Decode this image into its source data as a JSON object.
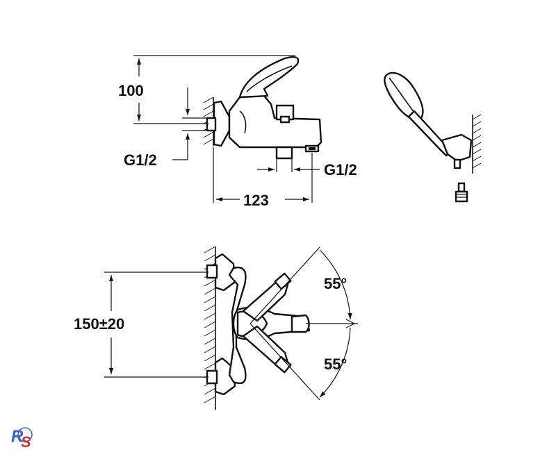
{
  "dimensions": {
    "height_lever": "100",
    "inlet_thread_left": "G1/2",
    "outlet_thread": "G1/2",
    "projection": "123",
    "centers": "150±20",
    "angle_upper": "55°",
    "angle_lower": "55°"
  },
  "logo": {
    "text": "RS",
    "colors": {
      "primary": "#3366cc",
      "secondary": "#cc3333"
    }
  }
}
